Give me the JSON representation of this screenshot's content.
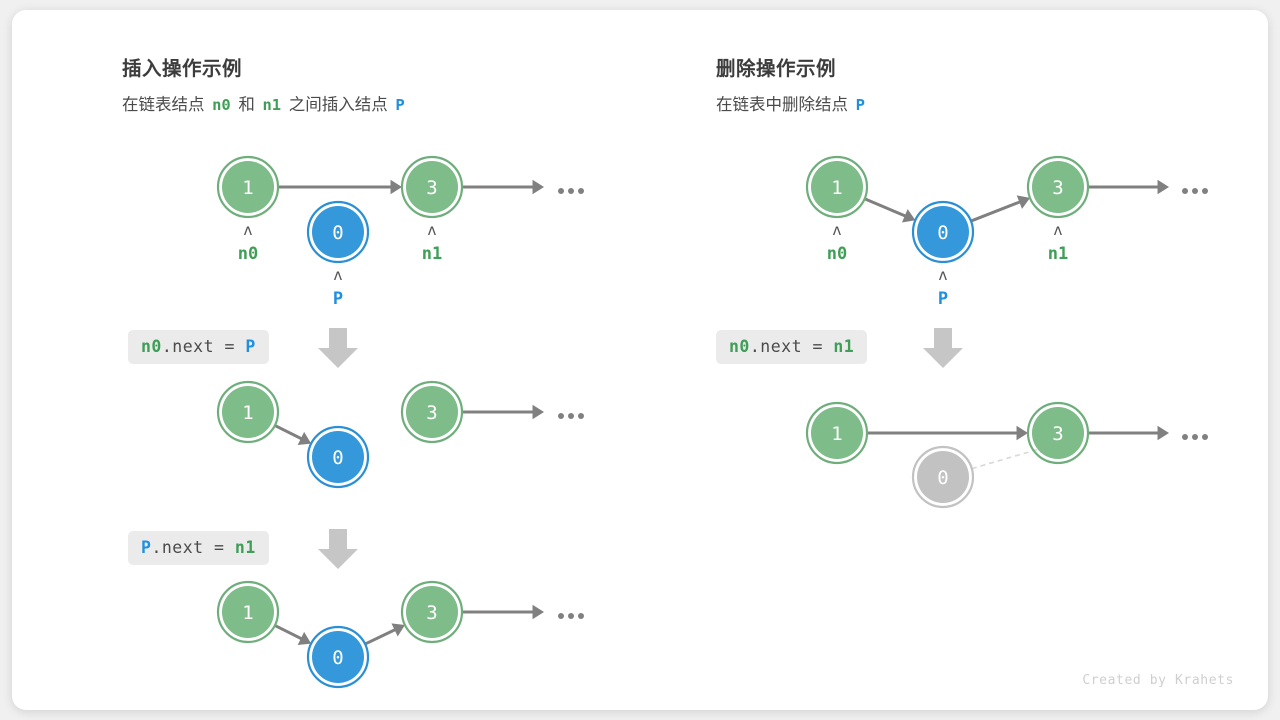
{
  "footer": {
    "credit": "Created by Krahets"
  },
  "colors": {
    "node_green_fill": "#7ebc89",
    "node_green_ring": "#6fae7c",
    "node_blue_fill": "#3498db",
    "node_blue_ring": "#2a8fd4",
    "node_gray_fill": "#c2c2c2",
    "node_gray_ring": "#c2c2c2",
    "arrow": "#808080",
    "arrow_dashed": "#d8d8d8",
    "label_green": "#3f9e57",
    "label_blue": "#1f8fe0",
    "code_bg": "#ebebeb",
    "card_bg": "#ffffff",
    "page_bg": "#f0f0f0"
  },
  "panels": [
    {
      "id": "insert",
      "title": "插入操作示例",
      "subtitle_parts": [
        {
          "text": "在链表结点",
          "type": "plain"
        },
        {
          "text": "n0",
          "type": "green"
        },
        {
          "text": "和",
          "type": "plain"
        },
        {
          "text": "n1",
          "type": "green"
        },
        {
          "text": "之间插入结点",
          "type": "plain"
        },
        {
          "text": "P",
          "type": "blue"
        }
      ],
      "rows": [
        {
          "name": "before-insert",
          "nodes": [
            {
              "value": "1",
              "color": "green",
              "ptr": "n0",
              "ptr_color": "green"
            },
            {
              "value": "0",
              "color": "blue",
              "ptr": "P",
              "ptr_color": "blue"
            },
            {
              "value": "3",
              "color": "green",
              "ptr": "n1",
              "ptr_color": "green"
            }
          ],
          "ellipsis": "..."
        },
        {
          "name": "after-step1",
          "nodes": [
            {
              "value": "1",
              "color": "green",
              "ptr": "",
              "ptr_color": ""
            },
            {
              "value": "0",
              "color": "blue",
              "ptr": "",
              "ptr_color": ""
            },
            {
              "value": "3",
              "color": "green",
              "ptr": "",
              "ptr_color": ""
            }
          ],
          "ellipsis": "..."
        },
        {
          "name": "after-step2",
          "nodes": [
            {
              "value": "1",
              "color": "green",
              "ptr": "",
              "ptr_color": ""
            },
            {
              "value": "0",
              "color": "blue",
              "ptr": "",
              "ptr_color": ""
            },
            {
              "value": "3",
              "color": "green",
              "ptr": "",
              "ptr_color": ""
            }
          ],
          "ellipsis": "..."
        }
      ],
      "steps": [
        {
          "name": "step-1",
          "parts": [
            {
              "text": "n0",
              "type": "green"
            },
            {
              "text": ".next = ",
              "type": "plain"
            },
            {
              "text": "P",
              "type": "blue"
            }
          ]
        },
        {
          "name": "step-2",
          "parts": [
            {
              "text": "P",
              "type": "blue"
            },
            {
              "text": ".next = ",
              "type": "plain"
            },
            {
              "text": "n1",
              "type": "green"
            }
          ]
        }
      ]
    },
    {
      "id": "delete",
      "title": "删除操作示例",
      "subtitle_parts": [
        {
          "text": "在链表中删除结点",
          "type": "plain"
        },
        {
          "text": "P",
          "type": "blue"
        }
      ],
      "rows": [
        {
          "name": "before-delete",
          "nodes": [
            {
              "value": "1",
              "color": "green",
              "ptr": "n0",
              "ptr_color": "green"
            },
            {
              "value": "0",
              "color": "blue",
              "ptr": "P",
              "ptr_color": "blue"
            },
            {
              "value": "3",
              "color": "green",
              "ptr": "n1",
              "ptr_color": "green"
            }
          ],
          "ellipsis": "..."
        },
        {
          "name": "after-delete",
          "nodes": [
            {
              "value": "1",
              "color": "green",
              "ptr": "",
              "ptr_color": ""
            },
            {
              "value": "0",
              "color": "gray",
              "ptr": "",
              "ptr_color": ""
            },
            {
              "value": "3",
              "color": "green",
              "ptr": "",
              "ptr_color": ""
            }
          ],
          "ellipsis": "..."
        }
      ],
      "steps": [
        {
          "name": "step-1",
          "parts": [
            {
              "text": "n0",
              "type": "green"
            },
            {
              "text": ".next = ",
              "type": "plain"
            },
            {
              "text": "n1",
              "type": "green"
            }
          ]
        }
      ]
    }
  ]
}
